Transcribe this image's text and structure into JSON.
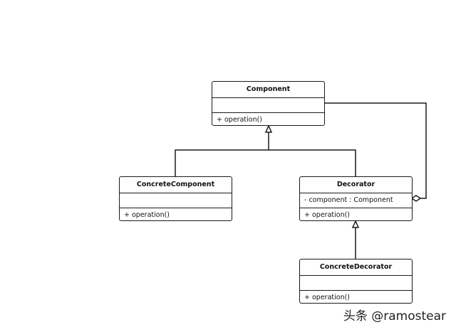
{
  "classes": {
    "component": {
      "name": "Component",
      "attributes": "",
      "operations": "+ operation()"
    },
    "concrete_component": {
      "name": "ConcreteComponent",
      "attributes": "",
      "operations": "+ operation()"
    },
    "decorator": {
      "name": "Decorator",
      "attributes": "- component : Component",
      "operations": "+ operation()"
    },
    "concrete_decorator": {
      "name": "ConcreteDecorator",
      "attributes": "",
      "operations": "+ operation()"
    }
  },
  "relations": [
    {
      "type": "generalization",
      "from": "ConcreteComponent",
      "to": "Component"
    },
    {
      "type": "generalization",
      "from": "Decorator",
      "to": "Component"
    },
    {
      "type": "generalization",
      "from": "ConcreteDecorator",
      "to": "Decorator"
    },
    {
      "type": "aggregation",
      "from": "Decorator",
      "to": "Component"
    }
  ],
  "watermark": "头条 @ramostear"
}
